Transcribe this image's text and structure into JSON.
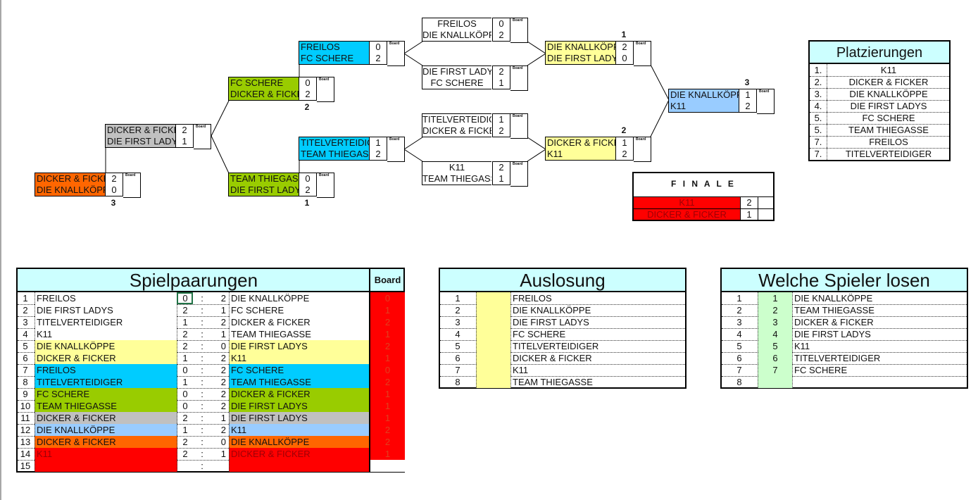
{
  "colors": {
    "gray": "#c0c0c0",
    "orange": "#ff6600",
    "green": "#99cc00",
    "cyan": "#00ccff",
    "yellow": "#ffff99",
    "lightblue": "#99ccff",
    "red": "#ff0000",
    "header": "#ccffff",
    "lightgreen": "#ccffcc",
    "darkred_text": "#9c0006"
  },
  "board_label": "Board",
  "bracket": {
    "losers_r3": {
      "team1": "DICKER & FICKER",
      "score1": "2",
      "team2": "DIE KNALLKÖPPE",
      "score2": "0",
      "label": "3"
    },
    "losers_r2": {
      "team1": "DICKER & FICKER",
      "score1": "2",
      "team2": "DIE FIRST LADYS",
      "score2": "1"
    },
    "losers_r1a": {
      "team1": "FC SCHERE",
      "score1": "0",
      "team2": "DICKER & FICKER",
      "score2": "2",
      "label": "2"
    },
    "losers_r1b": {
      "team1": "TEAM THIEGASSE",
      "score1": "0",
      "team2": "DIE FIRST LADYS",
      "score2": "2",
      "label": "1"
    },
    "elim_a": {
      "team1": "FREILOS",
      "score1": "0",
      "team2": "FC SCHERE",
      "score2": "2"
    },
    "elim_b": {
      "team1": "TITELVERTEIDIGER",
      "score1": "1",
      "team2": "TEAM THIEGASSE",
      "score2": "2"
    },
    "r1_m1": {
      "team1": "FREILOS",
      "score1": "0",
      "team2": "DIE KNALLKÖPPE",
      "score2": "2"
    },
    "r1_m2": {
      "team1": "DIE FIRST LADYS",
      "score1": "2",
      "team2": "FC SCHERE",
      "score2": "1"
    },
    "r1_m3": {
      "team1": "TITELVERTEIDIGER",
      "score1": "1",
      "team2": "DICKER & FICKER",
      "score2": "2"
    },
    "r1_m4": {
      "team1": "K11",
      "score1": "2",
      "team2": "TEAM THIEGASSE",
      "score2": "1"
    },
    "r2_m1": {
      "team1": "DIE KNALLKÖPPE",
      "score1": "2",
      "team2": "DIE FIRST LADYS",
      "score2": "0",
      "label": "1"
    },
    "r2_m2": {
      "team1": "DICKER & FICKER",
      "score1": "1",
      "team2": "K11",
      "score2": "2",
      "label": "2"
    },
    "r3": {
      "team1": "DIE KNALLKÖPPE",
      "score1": "1",
      "team2": "K11",
      "score2": "2",
      "label": "3"
    },
    "finale": {
      "title": "F I N A L E",
      "team1": "K11",
      "score1": "2",
      "team2": "DICKER & FICKER",
      "score2": "1"
    }
  },
  "platzierungen": {
    "title": "Platzierungen",
    "rows": [
      {
        "rank": "1.",
        "team": "K11"
      },
      {
        "rank": "2.",
        "team": "DICKER & FICKER"
      },
      {
        "rank": "3.",
        "team": "DIE KNALLKÖPPE"
      },
      {
        "rank": "4.",
        "team": "DIE FIRST LADYS"
      },
      {
        "rank": "5.",
        "team": "FC SCHERE"
      },
      {
        "rank": "5.",
        "team": "TEAM THIEGASSE"
      },
      {
        "rank": "7.",
        "team": "FREILOS"
      },
      {
        "rank": "7.",
        "team": "TITELVERTEIDIGER"
      }
    ]
  },
  "spielpaarungen": {
    "title": "Spielpaarungen",
    "board_header": "Board",
    "rows": [
      {
        "nr": "1",
        "home": "FREILOS",
        "s1": "0",
        "sep": ":",
        "s2": "2",
        "away": "DIE KNALLKÖPPE",
        "board": "0",
        "color": "white"
      },
      {
        "nr": "2",
        "home": "DIE FIRST LADYS",
        "s1": "2",
        "sep": ":",
        "s2": "1",
        "away": "FC SCHERE",
        "board": "1",
        "color": "white"
      },
      {
        "nr": "3",
        "home": "TITELVERTEIDIGER",
        "s1": "1",
        "sep": ":",
        "s2": "2",
        "away": "DICKER & FICKER",
        "board": "2",
        "color": "white"
      },
      {
        "nr": "4",
        "home": "K11",
        "s1": "2",
        "sep": ":",
        "s2": "1",
        "away": "TEAM THIEGASSE",
        "board": "1",
        "color": "white"
      },
      {
        "nr": "5",
        "home": "DIE KNALLKÖPPE",
        "s1": "2",
        "sep": ":",
        "s2": "0",
        "away": "DIE FIRST LADYS",
        "board": "2",
        "color": "yellow"
      },
      {
        "nr": "6",
        "home": "DICKER & FICKER",
        "s1": "1",
        "sep": ":",
        "s2": "2",
        "away": "K11",
        "board": "1",
        "color": "yellow"
      },
      {
        "nr": "7",
        "home": "FREILOS",
        "s1": "0",
        "sep": ":",
        "s2": "2",
        "away": "FC SCHERE",
        "board": "0",
        "color": "cyan"
      },
      {
        "nr": "8",
        "home": "TITELVERTEIDIGER",
        "s1": "1",
        "sep": ":",
        "s2": "2",
        "away": "TEAM THIEGASSE",
        "board": "2",
        "color": "cyan"
      },
      {
        "nr": "9",
        "home": "FC SCHERE",
        "s1": "0",
        "sep": ":",
        "s2": "2",
        "away": "DICKER & FICKER",
        "board": "1",
        "color": "green"
      },
      {
        "nr": "10",
        "home": "TEAM THIEGASSE",
        "s1": "0",
        "sep": ":",
        "s2": "2",
        "away": "DIE FIRST LADYS",
        "board": "1",
        "color": "green"
      },
      {
        "nr": "11",
        "home": "DICKER & FICKER",
        "s1": "2",
        "sep": ":",
        "s2": "1",
        "away": "DIE FIRST LADYS",
        "board": "1",
        "color": "gray"
      },
      {
        "nr": "12",
        "home": "DIE KNALLKÖPPE",
        "s1": "1",
        "sep": ":",
        "s2": "2",
        "away": "K11",
        "board": "2",
        "color": "lightblue"
      },
      {
        "nr": "13",
        "home": "DICKER & FICKER",
        "s1": "2",
        "sep": ":",
        "s2": "0",
        "away": "DIE KNALLKÖPPE",
        "board": "2",
        "color": "orange"
      },
      {
        "nr": "14",
        "home": "K11",
        "s1": "2",
        "sep": ":",
        "s2": "1",
        "away": "DICKER & FICKER",
        "board": "1",
        "color": "red"
      },
      {
        "nr": "15",
        "home": "",
        "s1": "",
        "sep": ":",
        "s2": "",
        "away": "",
        "board": "",
        "color": "red"
      }
    ]
  },
  "auslosung": {
    "title": "Auslosung",
    "rows": [
      {
        "nr": "1",
        "draw": "",
        "team": "FREILOS"
      },
      {
        "nr": "2",
        "draw": "",
        "team": "DIE KNALLKÖPPE"
      },
      {
        "nr": "3",
        "draw": "",
        "team": "DIE FIRST LADYS"
      },
      {
        "nr": "4",
        "draw": "",
        "team": "FC SCHERE"
      },
      {
        "nr": "5",
        "draw": "",
        "team": "TITELVERTEIDIGER"
      },
      {
        "nr": "6",
        "draw": "",
        "team": "DICKER & FICKER"
      },
      {
        "nr": "7",
        "draw": "",
        "team": "K11"
      },
      {
        "nr": "8",
        "draw": "",
        "team": "TEAM THIEGASSE"
      }
    ]
  },
  "welche_spieler_losen": {
    "title": "Welche Spieler losen",
    "rows": [
      {
        "nr": "1",
        "draw": "1",
        "team": "DIE KNALLKÖPPE"
      },
      {
        "nr": "2",
        "draw": "2",
        "team": "TEAM THIEGASSE"
      },
      {
        "nr": "3",
        "draw": "3",
        "team": "DICKER & FICKER"
      },
      {
        "nr": "4",
        "draw": "4",
        "team": "DIE FIRST LADYS"
      },
      {
        "nr": "5",
        "draw": "5",
        "team": "K11"
      },
      {
        "nr": "6",
        "draw": "6",
        "team": "TITELVERTEIDIGER"
      },
      {
        "nr": "7",
        "draw": "7",
        "team": "FC SCHERE"
      },
      {
        "nr": "8",
        "draw": "",
        "team": ""
      }
    ]
  }
}
